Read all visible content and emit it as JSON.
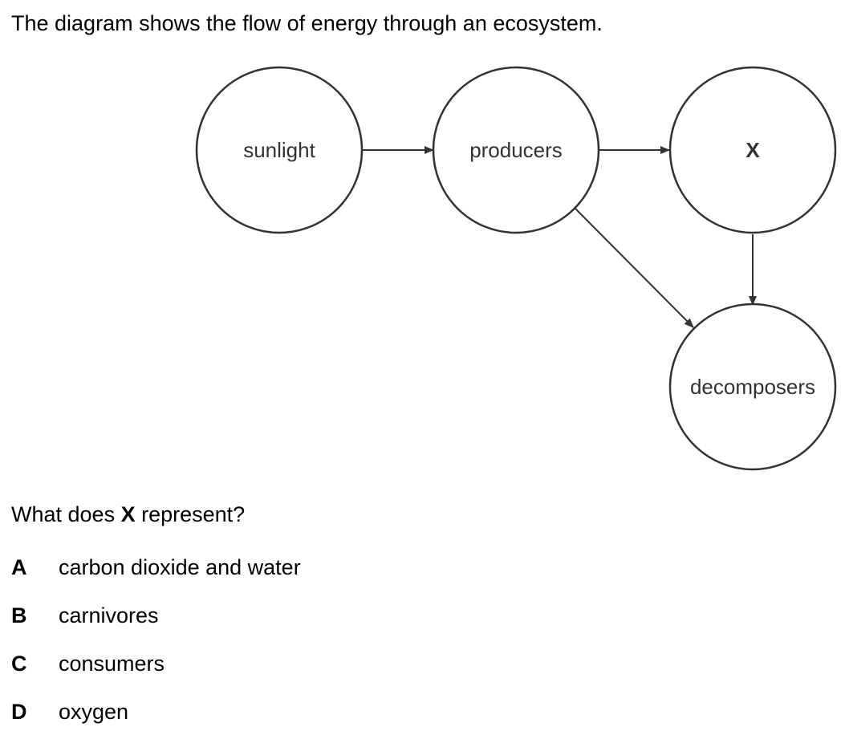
{
  "intro": "The diagram shows the flow of energy through an ecosystem.",
  "diagram": {
    "nodes": [
      {
        "id": "sunlight",
        "label": "sunlight"
      },
      {
        "id": "producers",
        "label": "producers"
      },
      {
        "id": "x",
        "label": "X"
      },
      {
        "id": "decomposers",
        "label": "decomposers"
      }
    ],
    "edges": [
      {
        "from": "sunlight",
        "to": "producers"
      },
      {
        "from": "producers",
        "to": "x"
      },
      {
        "from": "producers",
        "to": "decomposers"
      },
      {
        "from": "x",
        "to": "decomposers"
      }
    ]
  },
  "question": {
    "prefix": "What does ",
    "emphasis": "X",
    "suffix": " represent?"
  },
  "options": [
    {
      "letter": "A",
      "text": "carbon dioxide and water"
    },
    {
      "letter": "B",
      "text": "carnivores"
    },
    {
      "letter": "C",
      "text": "consumers"
    },
    {
      "letter": "D",
      "text": "oxygen"
    }
  ]
}
